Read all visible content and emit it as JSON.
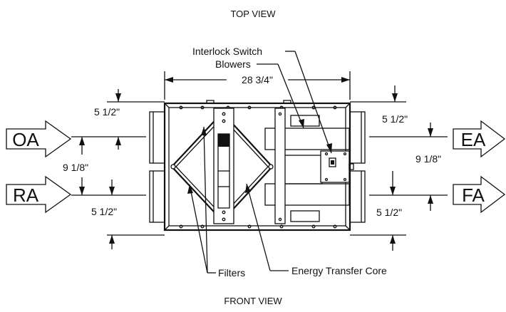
{
  "view_top": "TOP VIEW",
  "view_front": "FRONT VIEW",
  "callouts": {
    "interlock": "Interlock Switch",
    "blowers": "Blowers",
    "filters": "Filters",
    "core": "Energy Transfer Core"
  },
  "ports": {
    "oa": "OA",
    "ra": "RA",
    "ea": "EA",
    "fa": "FA"
  },
  "dims": {
    "width": "28 3/4\"",
    "left_upper": "5 1/2\"",
    "left_mid": "9 1/8\"",
    "left_lower": "5 1/2\"",
    "right_upper": "5 1/2\"",
    "right_mid": "9 1/8\"",
    "right_lower": "5 1/2\""
  }
}
